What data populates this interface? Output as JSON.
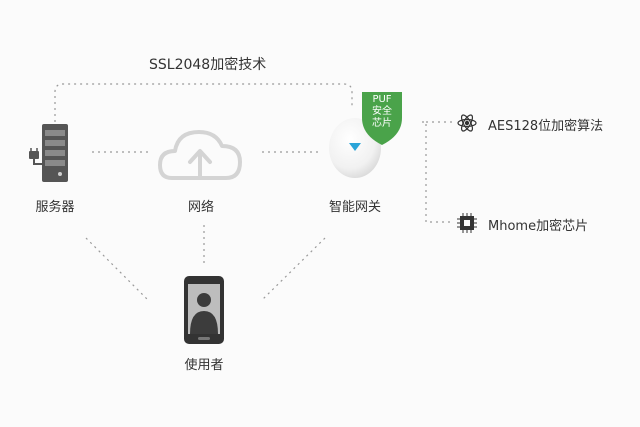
{
  "top_link_label": "SSL2048加密技术",
  "nodes": {
    "server": "服务器",
    "network": "网络",
    "gateway": "智能网关",
    "user": "使用者"
  },
  "badge": {
    "line1": "PUF",
    "line2": "安全",
    "line3": "芯片"
  },
  "features": [
    {
      "label": "AES128位加密算法",
      "icon": "atom-icon"
    },
    {
      "label": "Mhome加密芯片",
      "icon": "chip-icon"
    }
  ],
  "colors": {
    "badge_green": "#4aa34a",
    "line_gray": "#9a9a9a",
    "logo_blue": "#2aa4d8"
  }
}
